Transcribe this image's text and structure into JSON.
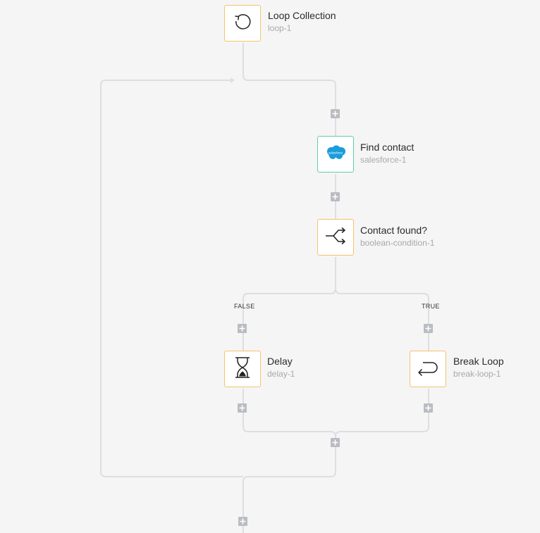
{
  "nodes": {
    "loop_collection": {
      "title": "Loop Collection",
      "id": "loop-1",
      "icon": "loop-icon"
    },
    "find_contact": {
      "title": "Find contact",
      "id": "salesforce-1",
      "icon": "salesforce-icon",
      "icon_text": "salesforce"
    },
    "contact_found": {
      "title": "Contact found?",
      "id": "boolean-condition-1",
      "icon": "branch-split-icon"
    },
    "delay": {
      "title": "Delay",
      "id": "delay-1",
      "icon": "hourglass-icon"
    },
    "break_loop": {
      "title": "Break Loop",
      "id": "break-loop-1",
      "icon": "return-arrow-icon"
    }
  },
  "branches": {
    "false_label": "FALSE",
    "true_label": "TRUE"
  },
  "colors": {
    "background": "#f5f5f5",
    "connector_line": "#dedede",
    "node_border_step": "#f5c26b",
    "node_border_connector": "#5ccfa6",
    "add_button": "#b9bcc2",
    "salesforce_blue": "#1a9ddb"
  }
}
